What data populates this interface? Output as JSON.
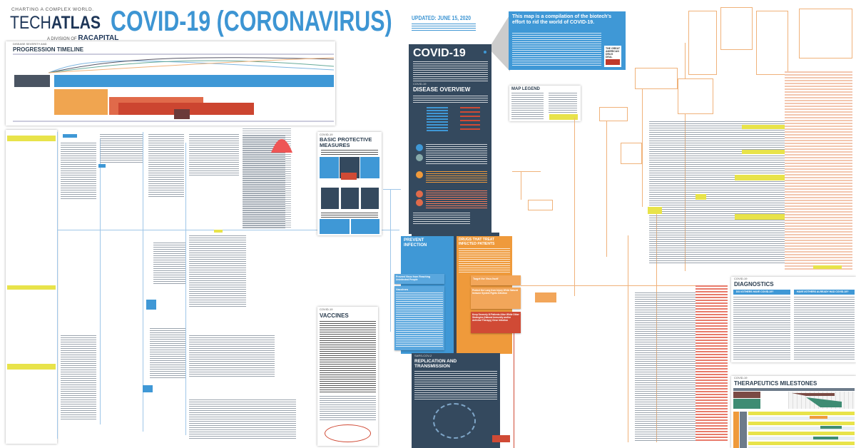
{
  "header": {
    "tagline": "CHARTING A COMPLEX WORLD.",
    "logo_light": "TECH",
    "logo_bold": "ATLAS",
    "division_prefix": "A DIVISION OF",
    "division_brand": "RACAPITAL",
    "title": "COVID-19 (CORONAVIRUS)",
    "updated": "UPDATED: JUNE 15, 2020"
  },
  "info_box": {
    "headline": "This map is a compilation of the biotech's effort to rid the world of COVID-19.",
    "book_title": "THE GREAT AMERICAN DRUG DEAL"
  },
  "timeline": {
    "subtitle": "DISEASE SEVERITY AND",
    "title": "PROGRESSION TIMELINE"
  },
  "covid_panel": {
    "title": "COVID-19",
    "kicker": "COVID-19",
    "section": "DISEASE OVERVIEW"
  },
  "protective": {
    "kicker": "COVID-19",
    "title": "BASIC PROTECTIVE MEASURES"
  },
  "prevent": {
    "title": "PREVENT INFECTION",
    "sub1": "Prevent Virus from Reaching Uninfected People",
    "sub2": "Vaccines"
  },
  "drugs": {
    "title": "DRUGS THAT TREAT INFECTED PATIENTS",
    "sub1": "Target the Virus Itself",
    "sub2": "Protect the Lung from Injury While Natural Immune System Fights Infection",
    "sub3": "Keep Severely Ill Patients Alive While Other Strategies (Natural Immunity and/or Antiviral Therapy) Clear Infection"
  },
  "replication": {
    "kicker": "SARS-COV-2",
    "title": "REPLICATION AND TRANSMISSION"
  },
  "vaccines": {
    "kicker": "COVID-19",
    "title": "VACCINES"
  },
  "legend": {
    "title": "MAP LEGEND"
  },
  "diagnostics": {
    "kicker": "COVID-19",
    "title": "DIAGNOSTICS",
    "tab1": "DO I/OTHERS HAVE COVID-19?",
    "tab2": "HAVE I/OTHERS ALREADY HAD COVID-19?"
  },
  "therapeutics": {
    "kicker": "COVID-19",
    "title": "THERAPEUTICS MILESTONES"
  },
  "colors": {
    "blue": "#3f98d6",
    "navy": "#34495e",
    "orange": "#ef9a3b",
    "red": "#d04a35",
    "yellow": "#e8e34a"
  }
}
